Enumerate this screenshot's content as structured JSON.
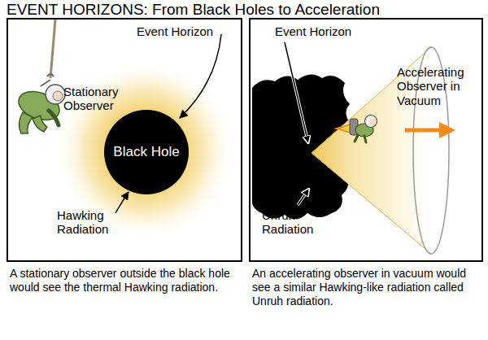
{
  "diagram": {
    "title": "EVENT HORIZONS: From Black Holes to Acceleration",
    "nodes": [
      {
        "text": [
          "A stationary observer outside the black hole would see the thermal Hawking radiation."
        ]
      },
      {
        "text": [
          "Black Hole"
        ],
        "in": 0
      },
      {
        "text": [
          "An accelerating observer in vacuum would see a similar Hawking-like radiation called Unruh radiation."
        ]
      }
    ],
    "labels": [
      "Event Horizon",
      "Stationary Observer",
      "Hawking Radiation",
      "Event Horizon",
      "Accelerating Observer in Vacuum",
      "Unruh Radiation"
    ]
  }
}
